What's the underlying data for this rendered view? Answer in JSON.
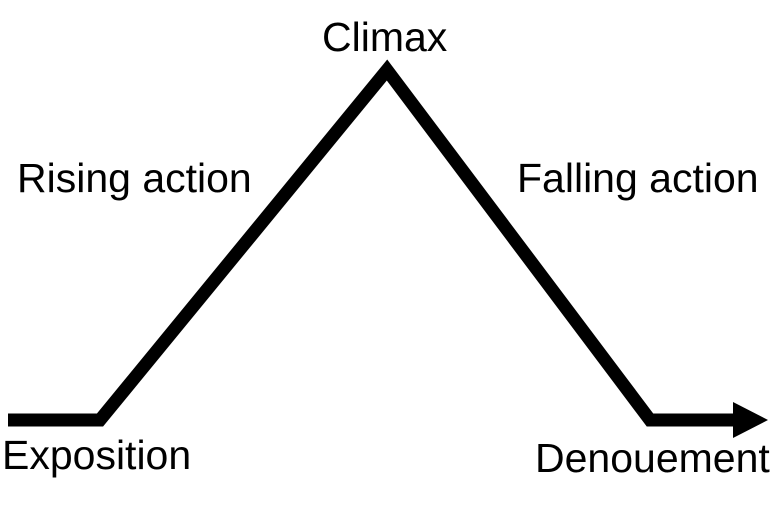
{
  "diagram": {
    "background_color": "#ffffff",
    "line_color": "#000000",
    "labels": {
      "climax": "Climax",
      "rising_action": "Rising action",
      "falling_action": "Falling action",
      "exposition": "Exposition",
      "denouement": "Denouement"
    }
  }
}
